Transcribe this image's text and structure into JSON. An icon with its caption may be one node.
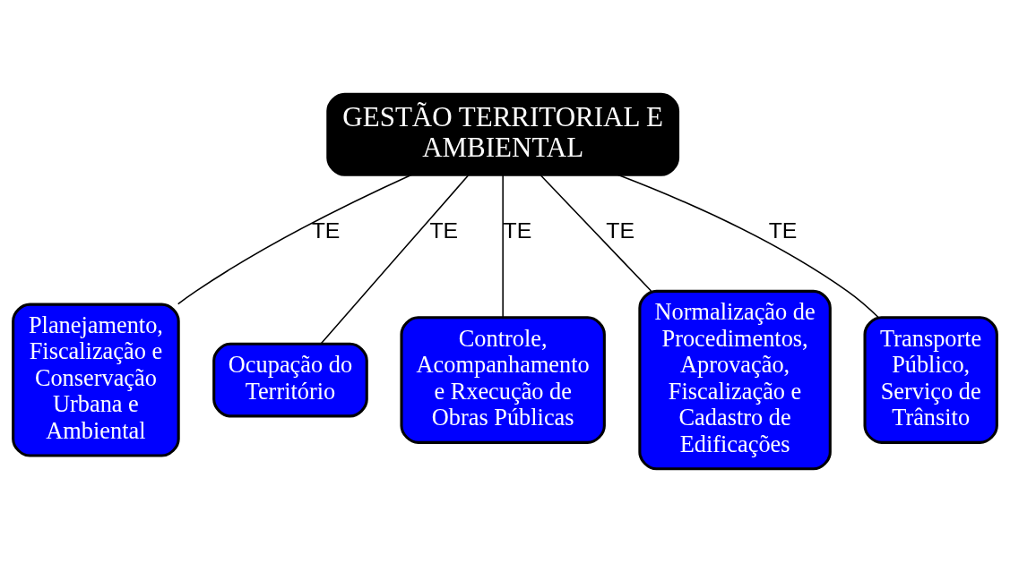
{
  "diagram": {
    "nodes": [
      {
        "text": [
          "GESTÃO TERRITORIAL E AMBIENTAL"
        ]
      },
      {
        "text": [
          "Planejamento, Fiscalização e Conservação Urbana e Ambiental"
        ]
      },
      {
        "text": [
          "Ocupação do Território"
        ]
      },
      {
        "text": [
          "Controle, Acompanhamento e Rxecução de Obras Públicas"
        ]
      },
      {
        "text": [
          "Normalização de Procedimentos, Aprovação, Fiscalização e Cadastro de Edificações"
        ]
      },
      {
        "text": [
          "Transporte Público, Serviço de Trânsito"
        ]
      }
    ],
    "edges": [
      {
        "from": 0,
        "to": 1,
        "arrow": "none",
        "label": "TE"
      },
      {
        "from": 0,
        "to": 2,
        "arrow": "none",
        "label": "TE"
      },
      {
        "from": 0,
        "to": 3,
        "arrow": "none",
        "label": "TE"
      },
      {
        "from": 0,
        "to": 4,
        "arrow": "none",
        "label": "TE"
      },
      {
        "from": 0,
        "to": 5,
        "arrow": "none",
        "label": "TE"
      }
    ]
  }
}
